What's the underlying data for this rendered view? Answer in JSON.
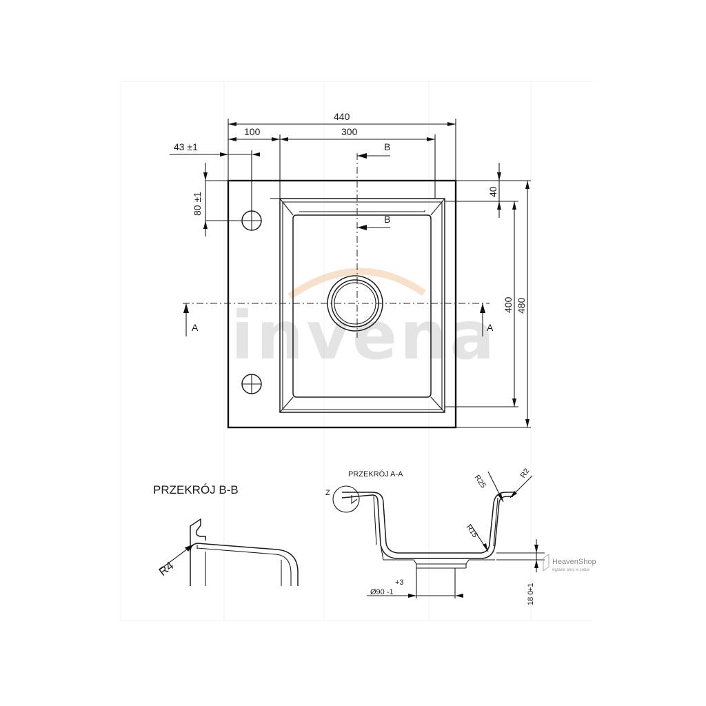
{
  "watermark": {
    "brand": "invena",
    "arc_color": "#f3c9a0"
  },
  "shop_badge": {
    "name": "HeavenShop",
    "tagline": "kąpiele ahoj w sobie"
  },
  "top_view": {
    "dimensions": {
      "overall_width": "440",
      "drainer_width": "100",
      "bowl_width": "300",
      "tap_hole_offset_x": "43 ±1",
      "tap_hole_offset_y": "80 ±1",
      "rim_top": "40",
      "bowl_depth": "400",
      "overall_depth": "480"
    },
    "section_marks": {
      "b_top": "B",
      "b_bottom": "B",
      "a_left": "A",
      "a_right": "A"
    }
  },
  "section_bb": {
    "title": "PRZEKRÓJ B-B",
    "radius": "R4"
  },
  "section_aa": {
    "title": "PRZEKRÓJ A-A",
    "detail_mark": "Z",
    "radius_r25": "R25",
    "radius_r2": "R2",
    "radius_r15": "R15",
    "drain_diameter": "Ø90 -1",
    "drain_tolerance": "+3",
    "thickness_tolerance": "+1",
    "thickness": "18 0"
  }
}
